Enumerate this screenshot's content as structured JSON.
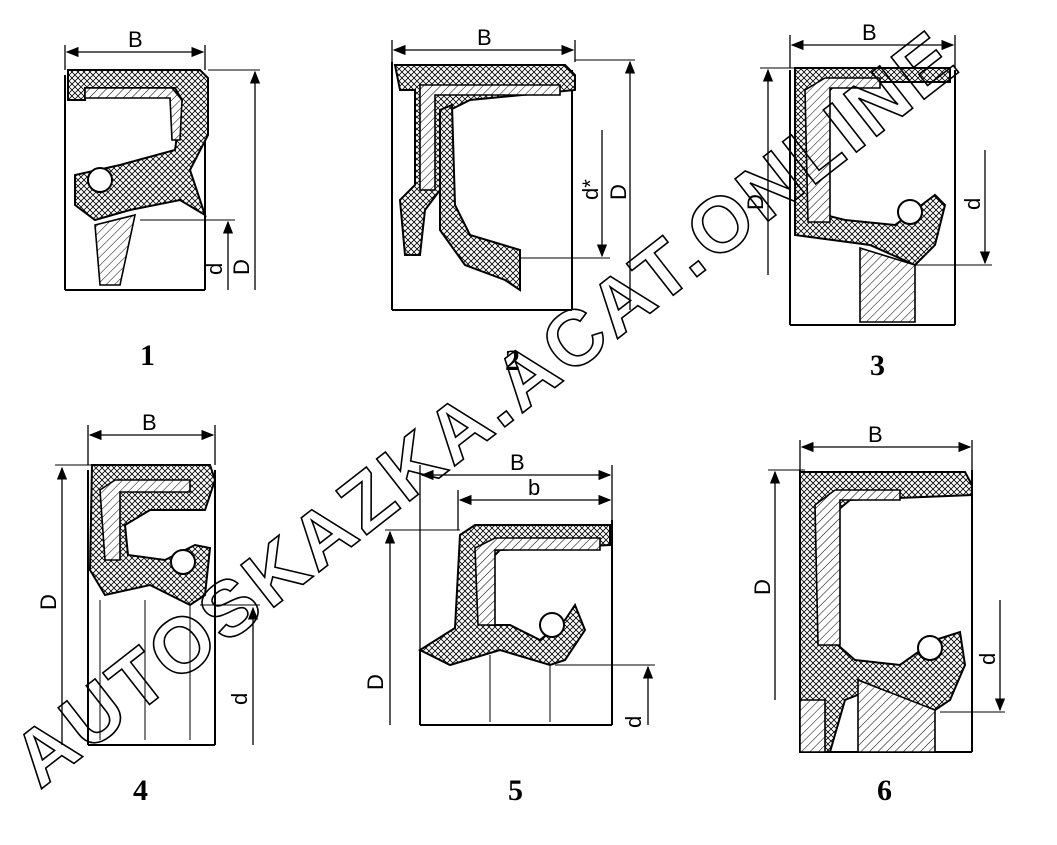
{
  "figures": [
    {
      "number": "1",
      "labels": {
        "width": "B",
        "outer": "D",
        "inner": "d"
      }
    },
    {
      "number": "2",
      "labels": {
        "width": "B",
        "outer": "D",
        "inner": "d*"
      }
    },
    {
      "number": "3",
      "labels": {
        "width": "B",
        "outer": "D",
        "inner": "d"
      }
    },
    {
      "number": "4",
      "labels": {
        "width": "B",
        "outer": "D",
        "inner": "d"
      }
    },
    {
      "number": "5",
      "labels": {
        "width": "B",
        "inner_width": "b",
        "outer": "D",
        "inner": "d"
      }
    },
    {
      "number": "6",
      "labels": {
        "width": "B",
        "outer": "D",
        "inner": "d"
      }
    }
  ],
  "watermark": "AUTOSKAZKA.ACAT.ONLINE"
}
